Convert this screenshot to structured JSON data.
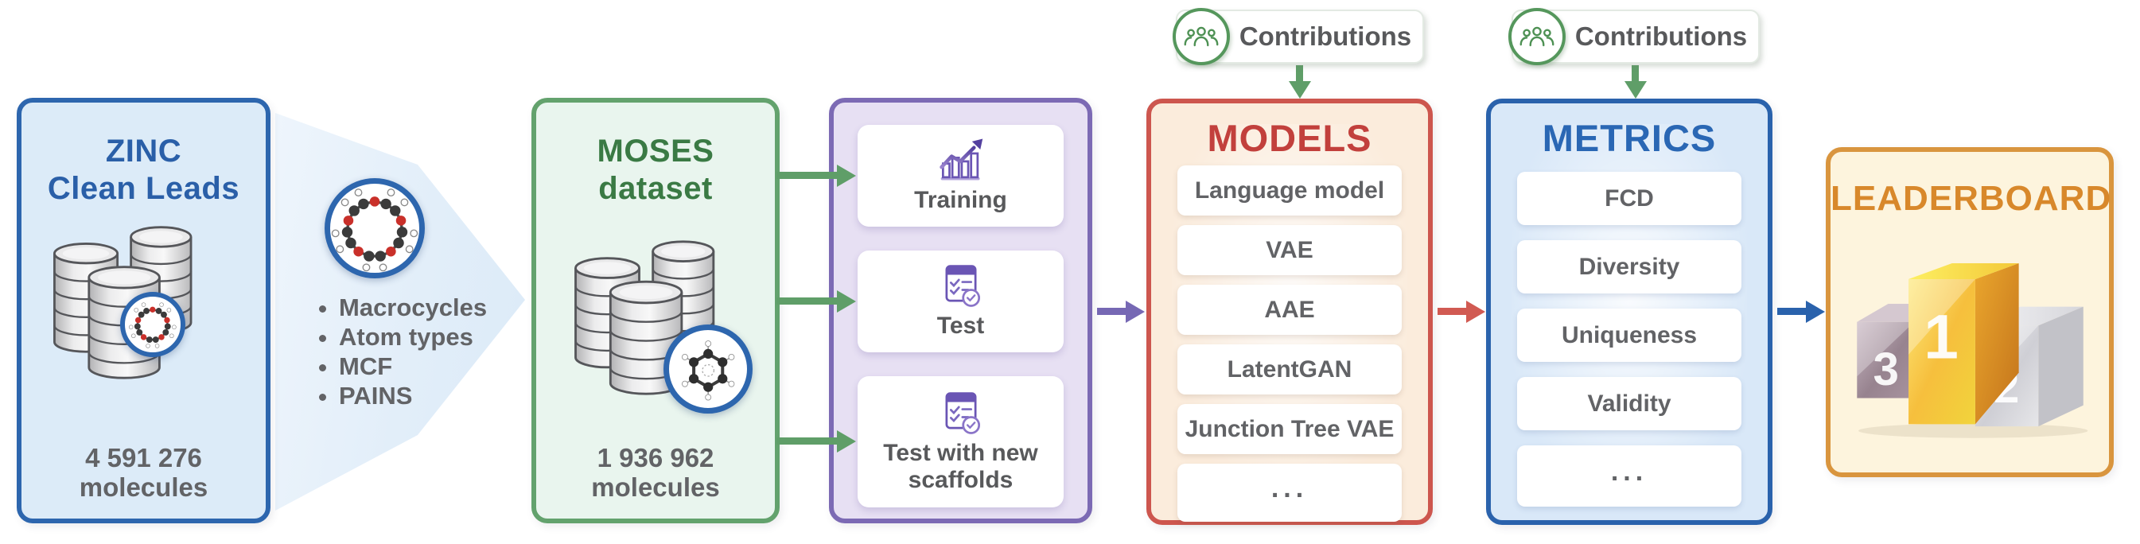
{
  "zinc": {
    "title_line1": "ZINC",
    "title_line2": "Clean Leads",
    "count": "4 591 276",
    "count_unit": "molecules"
  },
  "filter": {
    "items": [
      "Macrocycles",
      "Atom types",
      "MCF",
      "PAINS"
    ]
  },
  "moses": {
    "title_line1": "MOSES",
    "title_line2": "dataset",
    "count": "1 936 962",
    "count_unit": "molecules"
  },
  "splits": {
    "cards": [
      {
        "label": "Training",
        "icon": "bar-chart-growth"
      },
      {
        "label": "Test",
        "icon": "checklist-check"
      },
      {
        "label": "Test with new scaffolds",
        "icon": "checklist-check"
      }
    ]
  },
  "models": {
    "title": "MODELS",
    "items": [
      "Language model",
      "VAE",
      "AAE",
      "LatentGAN",
      "Junction Tree VAE",
      "..."
    ]
  },
  "metrics": {
    "title": "METRICS",
    "items": [
      "FCD",
      "Diversity",
      "Uniqueness",
      "Validity",
      "..."
    ]
  },
  "leaderboard": {
    "title": "LEADERBOARD",
    "podium": {
      "first": "1",
      "second": "2",
      "third": "3"
    }
  },
  "badges": {
    "models_contributions": "Contributions",
    "metrics_contributions": "Contributions"
  },
  "icons": {
    "zinc_dataset": "database-cylinders",
    "moses_dataset": "database-cylinders",
    "filter_molecule": "macrocycle-molecule",
    "zinc_molecule": "macrocycle-molecule",
    "moses_molecule": "hydrocarbon-molecule",
    "training": "bar-chart-growth",
    "test": "checklist-check",
    "contributions": "people-group",
    "leaderboard": "winners-podium"
  },
  "colors": {
    "blue": "#2d66ae",
    "blue_bg": "#dcebf8",
    "green": "#5f9e68",
    "green_title": "#3a7a44",
    "green_bg": "#e9f5ee",
    "purple": "#7c6ab4",
    "purple_bg": "#e7e0f3",
    "purple_icon": "#6a55b4",
    "red": "#cd564e",
    "red_title": "#c2403c",
    "red_bg": "#fbecdc",
    "orange": "#d9953e",
    "orange_title": "#d8882b",
    "orange_bg": "#fdf4dd",
    "gray_text": "#626366",
    "gold": "#f5b93a",
    "silver": "#d6d6da",
    "bronze": "#a08c9b"
  }
}
